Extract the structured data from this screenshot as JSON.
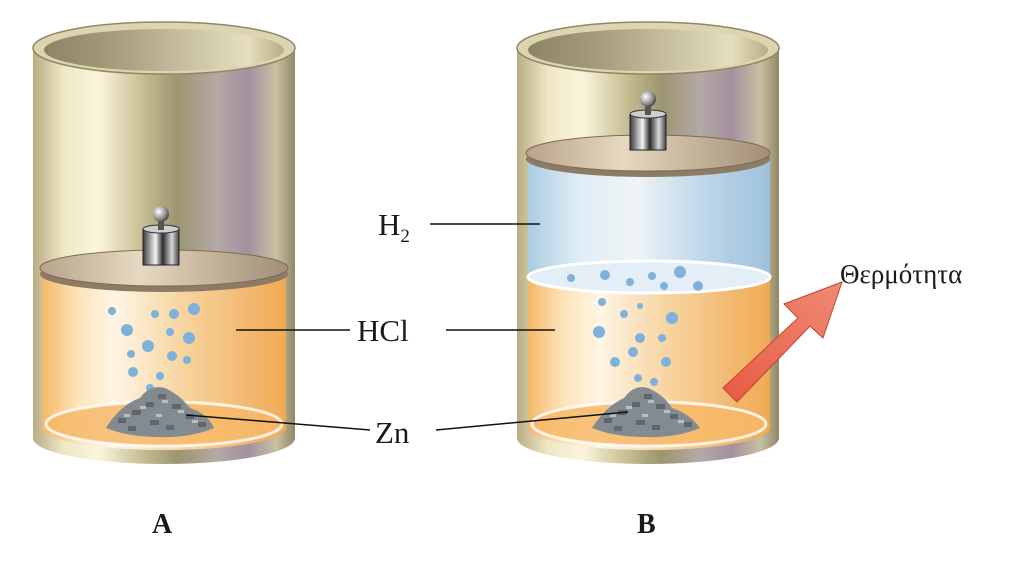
{
  "panels": [
    {
      "id": "A",
      "label": "A"
    },
    {
      "id": "B",
      "label": "B"
    }
  ],
  "labels": {
    "h2": {
      "main": "H",
      "sub": "2"
    },
    "hcl": "HCl",
    "zn": "Zn",
    "heat": "Θερμότητα"
  },
  "colors": {
    "cylinder_light": "#f4eed0",
    "cylinder_dark": "#8f8a63",
    "cylinder_purple": "#a89aa0",
    "liquid": "#f9c98a",
    "liquid_light": "#fde7c2",
    "gas": "#b9d7ea",
    "bubble": "#7fb1dd",
    "zinc": "#7d8287",
    "lid": "#c6b59a",
    "arrow": "#e8634f",
    "leader": "#111111"
  },
  "icons": [
    "weight-icon",
    "heat-arrow-icon"
  ]
}
